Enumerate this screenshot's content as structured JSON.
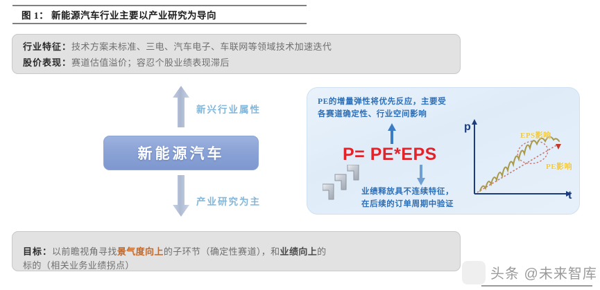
{
  "figure": {
    "title": "图 1： 新能源汽车行业主要以产业研究为导向"
  },
  "top_box": {
    "line1_key": "行业特征：",
    "line1_value": "技术方案未标准、三电、汽车电子、车联网等领域技术加速迭代",
    "line2_key": "股价表现：",
    "line2_value": "赛道估值溢价；容忍个股业绩表现滞后"
  },
  "center": {
    "label": "新能源汽车"
  },
  "arrows": {
    "up_label": "新兴行业属性",
    "down_label": "产业研究为主"
  },
  "right_panel": {
    "top_line1": "PE的增量弹性将优先反应，主要受",
    "top_line2": "各赛道确定性、行业空间影响",
    "formula": "P= PE*EPS",
    "bottom_line1": "业绩释放具不连续特征，",
    "bottom_line2": "在后续的订单周期中验证"
  },
  "chart_data": {
    "type": "line",
    "title": "",
    "xlabel": "t",
    "ylabel": "p",
    "xlim": [
      0,
      10
    ],
    "ylim": [
      0,
      10
    ],
    "grid": false,
    "legend_position": "inline-annotation",
    "series": [
      {
        "name": "EPS影响",
        "color": "#b5a24a",
        "style": "oscillating-rising",
        "x": [
          0.2,
          0.7,
          1.2,
          1.7,
          2.2,
          2.7,
          3.2,
          3.7,
          4.2,
          4.7,
          5.2,
          5.7,
          6.2,
          6.7,
          7.2,
          7.7,
          8.2
        ],
        "y": [
          0.6,
          1.5,
          0.9,
          2.0,
          1.4,
          2.8,
          2.1,
          3.5,
          2.9,
          4.4,
          3.6,
          5.2,
          4.5,
          6.3,
          5.4,
          7.0,
          6.4
        ]
      },
      {
        "name": "PE影响",
        "color": "#c9776f",
        "style": "dotted-trend-with-loop",
        "x": [
          0.2,
          2.0,
          4.0,
          5.6,
          6.2,
          6.0,
          6.6,
          7.2,
          7.6,
          8.0
        ],
        "y": [
          0.2,
          1.6,
          3.2,
          4.6,
          5.6,
          6.4,
          6.8,
          6.2,
          5.4,
          5.0
        ]
      }
    ],
    "annotations": [
      {
        "text": "EPS影响",
        "color": "#f2c93c",
        "x": 6.0,
        "y": 8.6
      },
      {
        "text": "PE影响",
        "color": "#f2c93c",
        "x": 8.2,
        "y": 4.6
      },
      {
        "text": "p",
        "color": "#1b3c7e",
        "axis": "y"
      },
      {
        "text": "t",
        "color": "#1b3c7e",
        "axis": "x"
      }
    ]
  },
  "bottom_box": {
    "line1_key": "目标：",
    "line1_a": "以前瞻视角寻找",
    "line1_hl1": "景气度向上",
    "line1_b": "的子环节（确定性赛道），和",
    "line1_hl2": "业绩向上",
    "line1_c": "的",
    "line2": "标的（相关业务业绩拐点）"
  },
  "watermark": {
    "text": "头条 @未来智库"
  },
  "colors": {
    "accent_blue": "#2f6fb5",
    "center_blue": "#8ba3d6",
    "formula_red": "#e3232a",
    "arrow_label": "#83b6d8",
    "highlight_orange": "#c0692d",
    "chart_yellow": "#f2c93c",
    "grey_box": "#e2e2e2"
  }
}
